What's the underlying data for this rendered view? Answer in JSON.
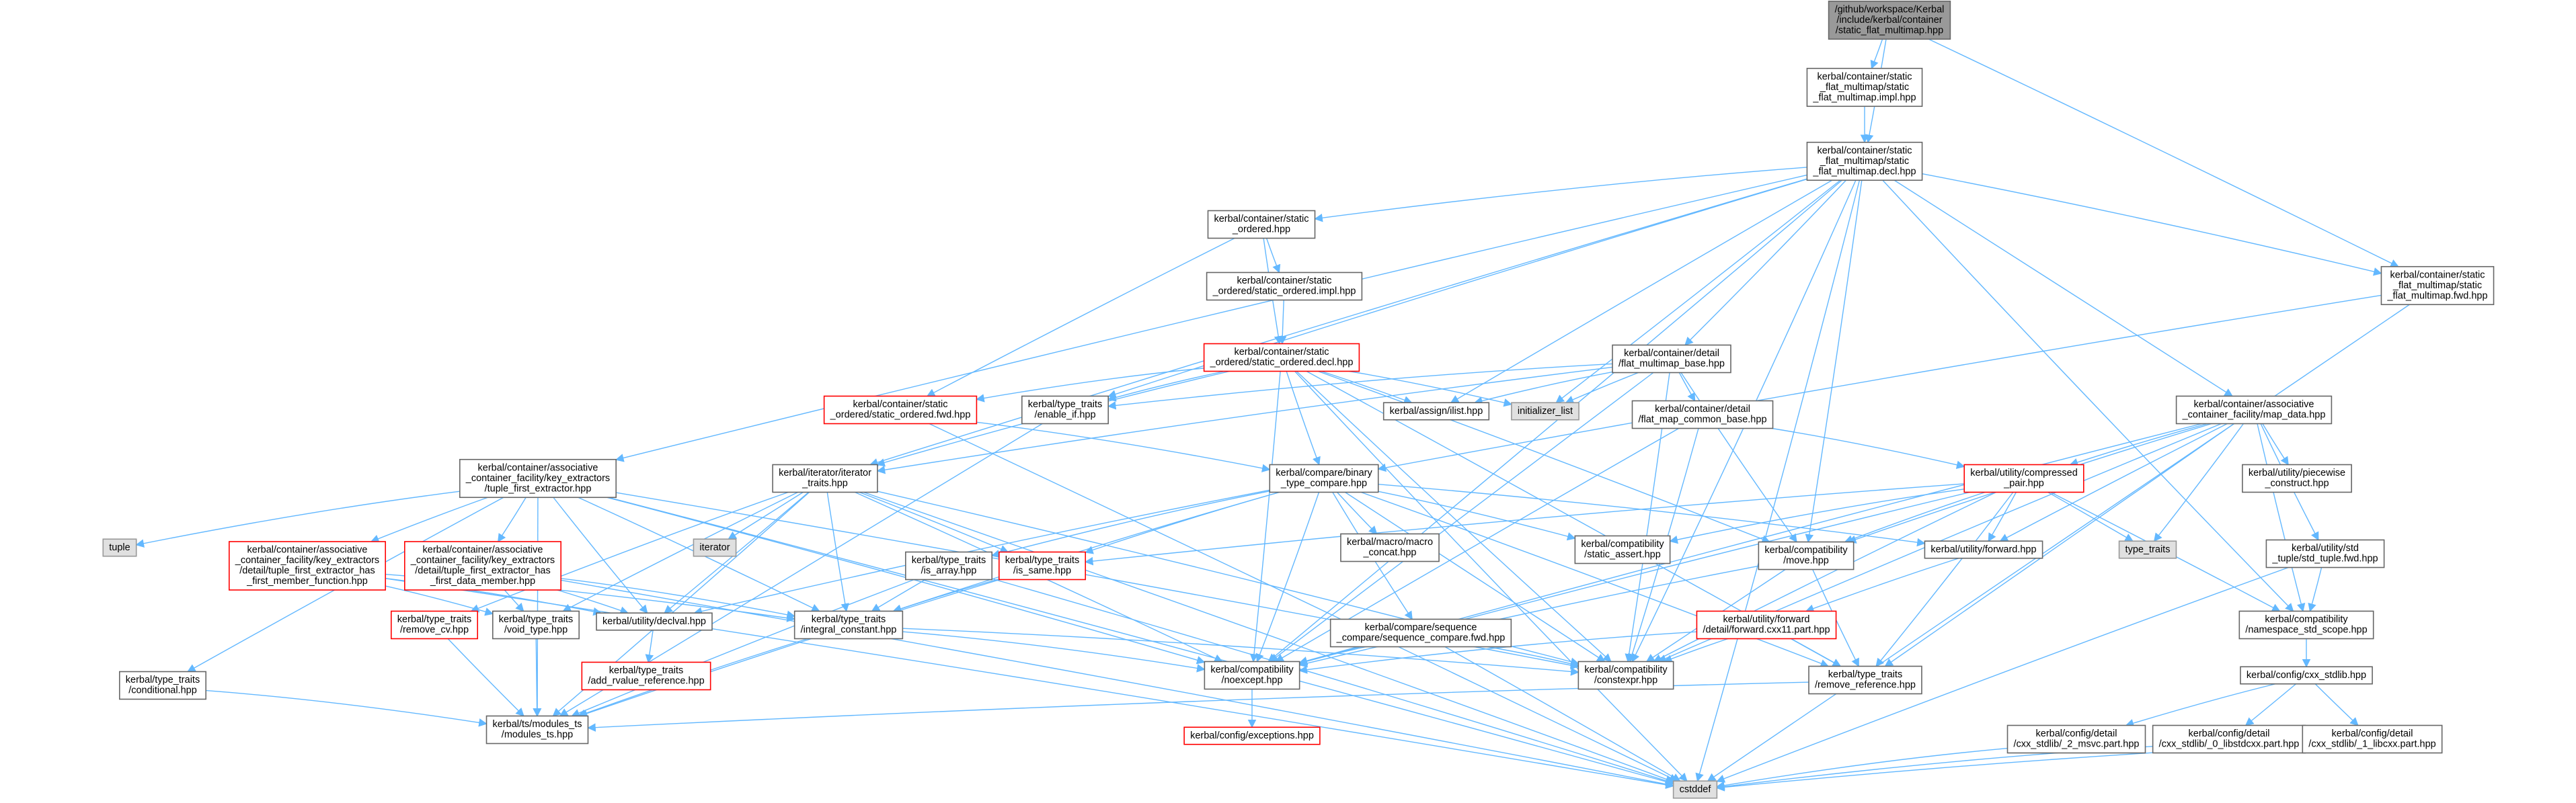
{
  "colors": {
    "edge": "#63b8ff",
    "root_fill": "#999999",
    "root_stroke": "#666666",
    "normal_fill": "#ffffff",
    "normal_stroke": "#666666",
    "missing_fill": "#ffffff",
    "missing_stroke": "#ff0000",
    "external_fill": "#e0e0e0",
    "external_stroke": "#999999",
    "text": "#000000"
  },
  "nodes": [
    {
      "id": "root",
      "kind": "root",
      "lines": [
        "/github/workspace/Kerbal",
        "/include/kerbal/container",
        "/static_flat_multimap.hpp"
      ]
    },
    {
      "id": "impl",
      "kind": "normal",
      "lines": [
        "kerbal/container/static",
        "_flat_multimap/static",
        "_flat_multimap.impl.hpp"
      ]
    },
    {
      "id": "decl",
      "kind": "normal",
      "lines": [
        "kerbal/container/static",
        "_flat_multimap/static",
        "_flat_multimap.decl.hpp"
      ]
    },
    {
      "id": "fwd",
      "kind": "normal",
      "lines": [
        "kerbal/container/static",
        "_flat_multimap/static",
        "_flat_multimap.fwd.hpp"
      ]
    },
    {
      "id": "so",
      "kind": "normal",
      "lines": [
        "kerbal/container/static",
        "_ordered.hpp"
      ]
    },
    {
      "id": "soimpl",
      "kind": "normal",
      "lines": [
        "kerbal/container/static",
        "_ordered/static_ordered.impl.hpp"
      ]
    },
    {
      "id": "sodecl",
      "kind": "missing",
      "lines": [
        "kerbal/container/static",
        "_ordered/static_ordered.decl.hpp"
      ]
    },
    {
      "id": "sofwd",
      "kind": "missing",
      "lines": [
        "kerbal/container/static",
        "_ordered/static_ordered.fwd.hpp"
      ]
    },
    {
      "id": "enableif",
      "kind": "normal",
      "lines": [
        "kerbal/type_traits",
        "/enable_if.hpp"
      ]
    },
    {
      "id": "assignlist",
      "kind": "normal",
      "lines": [
        "kerbal/assign/ilist.hpp"
      ]
    },
    {
      "id": "initlist",
      "kind": "external",
      "lines": [
        "initializer_list"
      ]
    },
    {
      "id": "fmb",
      "kind": "normal",
      "lines": [
        "kerbal/container/detail",
        "/flat_multimap_base.hpp"
      ]
    },
    {
      "id": "fmcb",
      "kind": "normal",
      "lines": [
        "kerbal/container/detail",
        "/flat_map_common_base.hpp"
      ]
    },
    {
      "id": "mapdata",
      "kind": "normal",
      "lines": [
        "kerbal/container/associative",
        "_container_facility/map_data.hpp"
      ]
    },
    {
      "id": "tfe",
      "kind": "normal",
      "lines": [
        "kerbal/container/associative",
        "_container_facility/key_extractors",
        "/tuple_first_extractor.hpp"
      ]
    },
    {
      "id": "itertraits",
      "kind": "normal",
      "lines": [
        "kerbal/iterator/iterator",
        "_traits.hpp"
      ]
    },
    {
      "id": "bintc",
      "kind": "normal",
      "lines": [
        "kerbal/compare/binary",
        "_type_compare.hpp"
      ]
    },
    {
      "id": "compressed",
      "kind": "missing",
      "lines": [
        "kerbal/utility/compressed",
        "_pair.hpp"
      ]
    },
    {
      "id": "piecewise",
      "kind": "normal",
      "lines": [
        "kerbal/utility/piecewise",
        "_construct.hpp"
      ]
    },
    {
      "id": "tuplefwd",
      "kind": "normal",
      "lines": [
        "kerbal/utility/std",
        "_tuple/std_tuple.fwd.hpp"
      ]
    },
    {
      "id": "tuple",
      "kind": "external",
      "lines": [
        "tuple"
      ]
    },
    {
      "id": "hmf",
      "kind": "missing",
      "lines": [
        "kerbal/container/associative",
        "_container_facility/key_extractors",
        "/detail/tuple_first_extractor_has",
        "_first_member_function.hpp"
      ]
    },
    {
      "id": "hdm",
      "kind": "missing",
      "lines": [
        "kerbal/container/associative",
        "_container_facility/key_extractors",
        "/detail/tuple_first_extractor_has",
        "_first_data_member.hpp"
      ]
    },
    {
      "id": "iterator",
      "kind": "external",
      "lines": [
        "iterator"
      ]
    },
    {
      "id": "isarray",
      "kind": "normal",
      "lines": [
        "kerbal/type_traits",
        "/is_array.hpp"
      ]
    },
    {
      "id": "issame",
      "kind": "missing",
      "lines": [
        "kerbal/type_traits",
        "/is_same.hpp"
      ]
    },
    {
      "id": "macroconcat",
      "kind": "normal",
      "lines": [
        "kerbal/macro/macro",
        "_concat.hpp"
      ]
    },
    {
      "id": "staticassert",
      "kind": "normal",
      "lines": [
        "kerbal/compatibility",
        "/static_assert.hpp"
      ]
    },
    {
      "id": "move",
      "kind": "normal",
      "lines": [
        "kerbal/compatibility",
        "/move.hpp"
      ]
    },
    {
      "id": "forward",
      "kind": "normal",
      "lines": [
        "kerbal/utility/forward.hpp"
      ]
    },
    {
      "id": "typetraits",
      "kind": "external",
      "lines": [
        "type_traits"
      ]
    },
    {
      "id": "removecv",
      "kind": "missing",
      "lines": [
        "kerbal/type_traits",
        "/remove_cv.hpp"
      ]
    },
    {
      "id": "voidtype",
      "kind": "normal",
      "lines": [
        "kerbal/type_traits",
        "/void_type.hpp"
      ]
    },
    {
      "id": "declval",
      "kind": "normal",
      "lines": [
        "kerbal/utility/declval.hpp"
      ]
    },
    {
      "id": "intconst",
      "kind": "normal",
      "lines": [
        "kerbal/type_traits",
        "/integral_constant.hpp"
      ]
    },
    {
      "id": "seqcmp",
      "kind": "normal",
      "lines": [
        "kerbal/compare/sequence",
        "_compare/sequence_compare.fwd.hpp"
      ]
    },
    {
      "id": "fwdcxx11",
      "kind": "missing",
      "lines": [
        "kerbal/utility/forward",
        "/detail/forward.cxx11.part.hpp"
      ]
    },
    {
      "id": "nsscope",
      "kind": "normal",
      "lines": [
        "kerbal/compatibility",
        "/namespace_std_scope.hpp"
      ]
    },
    {
      "id": "conditional",
      "kind": "normal",
      "lines": [
        "kerbal/type_traits",
        "/conditional.hpp"
      ]
    },
    {
      "id": "addrvref",
      "kind": "missing",
      "lines": [
        "kerbal/type_traits",
        "/add_rvalue_reference.hpp"
      ]
    },
    {
      "id": "noexcept",
      "kind": "normal",
      "lines": [
        "kerbal/compatibility",
        "/noexcept.hpp"
      ]
    },
    {
      "id": "constexpr",
      "kind": "normal",
      "lines": [
        "kerbal/compatibility",
        "/constexpr.hpp"
      ]
    },
    {
      "id": "removeref",
      "kind": "normal",
      "lines": [
        "kerbal/type_traits",
        "/remove_reference.hpp"
      ]
    },
    {
      "id": "cxxstdlib",
      "kind": "normal",
      "lines": [
        "kerbal/config/cxx_stdlib.hpp"
      ]
    },
    {
      "id": "modulests",
      "kind": "normal",
      "lines": [
        "kerbal/ts/modules_ts",
        "/modules_ts.hpp"
      ]
    },
    {
      "id": "exceptions",
      "kind": "missing",
      "lines": [
        "kerbal/config/exceptions.hpp"
      ]
    },
    {
      "id": "msvc",
      "kind": "normal",
      "lines": [
        "kerbal/config/detail",
        "/cxx_stdlib/_2_msvc.part.hpp"
      ]
    },
    {
      "id": "libstdcxx",
      "kind": "normal",
      "lines": [
        "kerbal/config/detail",
        "/cxx_stdlib/_0_libstdcxx.part.hpp"
      ]
    },
    {
      "id": "libcxx",
      "kind": "normal",
      "lines": [
        "kerbal/config/detail",
        "/cxx_stdlib/_1_libcxx.part.hpp"
      ]
    },
    {
      "id": "cstddef",
      "kind": "external",
      "lines": [
        "cstddef"
      ]
    }
  ],
  "edges": [
    [
      "root",
      "impl"
    ],
    [
      "root",
      "decl"
    ],
    [
      "root",
      "fwd"
    ],
    [
      "impl",
      "decl"
    ],
    [
      "decl",
      "so"
    ],
    [
      "decl",
      "fwd"
    ],
    [
      "decl",
      "enableif"
    ],
    [
      "decl",
      "assignlist"
    ],
    [
      "decl",
      "initlist"
    ],
    [
      "decl",
      "fmb"
    ],
    [
      "decl",
      "mapdata"
    ],
    [
      "decl",
      "tfe"
    ],
    [
      "decl",
      "itertraits"
    ],
    [
      "decl",
      "move"
    ],
    [
      "decl",
      "constexpr"
    ],
    [
      "decl",
      "noexcept"
    ],
    [
      "decl",
      "nsscope"
    ],
    [
      "decl",
      "cstddef"
    ],
    [
      "fwd",
      "bintc"
    ],
    [
      "fwd",
      "cstddef"
    ],
    [
      "so",
      "soimpl"
    ],
    [
      "so",
      "sodecl"
    ],
    [
      "so",
      "sofwd"
    ],
    [
      "soimpl",
      "sodecl"
    ],
    [
      "sodecl",
      "sofwd"
    ],
    [
      "sodecl",
      "enableif"
    ],
    [
      "sodecl",
      "assignlist"
    ],
    [
      "sodecl",
      "initlist"
    ],
    [
      "sodecl",
      "itertraits"
    ],
    [
      "sodecl",
      "bintc"
    ],
    [
      "sodecl",
      "move"
    ],
    [
      "sodecl",
      "constexpr"
    ],
    [
      "sodecl",
      "noexcept"
    ],
    [
      "sodecl",
      "removeref"
    ],
    [
      "sodecl",
      "cstddef"
    ],
    [
      "sofwd",
      "bintc"
    ],
    [
      "sofwd",
      "cstddef"
    ],
    [
      "enableif",
      "modulests"
    ],
    [
      "fmb",
      "fmcb"
    ],
    [
      "fmb",
      "enableif"
    ],
    [
      "fmb",
      "assignlist"
    ],
    [
      "fmb",
      "initlist"
    ],
    [
      "fmb",
      "itertraits"
    ],
    [
      "fmb",
      "move"
    ],
    [
      "fmb",
      "constexpr"
    ],
    [
      "fmb",
      "noexcept"
    ],
    [
      "fmcb",
      "compressed"
    ],
    [
      "fmcb",
      "constexpr"
    ],
    [
      "fmcb",
      "noexcept"
    ],
    [
      "mapdata",
      "compressed"
    ],
    [
      "mapdata",
      "piecewise"
    ],
    [
      "mapdata",
      "tuplefwd"
    ],
    [
      "mapdata",
      "typetraits"
    ],
    [
      "mapdata",
      "forward"
    ],
    [
      "mapdata",
      "move"
    ],
    [
      "mapdata",
      "constexpr"
    ],
    [
      "mapdata",
      "nsscope"
    ],
    [
      "mapdata",
      "removeref"
    ],
    [
      "mapdata",
      "noexcept"
    ],
    [
      "compressed",
      "issame"
    ],
    [
      "compressed",
      "staticassert"
    ],
    [
      "compressed",
      "move"
    ],
    [
      "compressed",
      "forward"
    ],
    [
      "compressed",
      "typetraits"
    ],
    [
      "compressed",
      "nsscope"
    ],
    [
      "compressed",
      "constexpr"
    ],
    [
      "compressed",
      "noexcept"
    ],
    [
      "compressed",
      "removeref"
    ],
    [
      "tuplefwd",
      "nsscope"
    ],
    [
      "tuplefwd",
      "cstddef"
    ],
    [
      "tfe",
      "tuple"
    ],
    [
      "tfe",
      "hmf"
    ],
    [
      "tfe",
      "hdm"
    ],
    [
      "tfe",
      "conditional"
    ],
    [
      "tfe",
      "intconst"
    ],
    [
      "tfe",
      "declval"
    ],
    [
      "tfe",
      "constexpr"
    ],
    [
      "tfe",
      "noexcept"
    ],
    [
      "tfe",
      "modulests"
    ],
    [
      "tfe",
      "cstddef"
    ],
    [
      "hmf",
      "intconst"
    ],
    [
      "hmf",
      "declval"
    ],
    [
      "hmf",
      "voidtype"
    ],
    [
      "hmf",
      "cstddef"
    ],
    [
      "hdm",
      "intconst"
    ],
    [
      "hdm",
      "declval"
    ],
    [
      "hdm",
      "voidtype"
    ],
    [
      "hdm",
      "cstddef"
    ],
    [
      "itertraits",
      "iterator"
    ],
    [
      "itertraits",
      "issame"
    ],
    [
      "itertraits",
      "removecv"
    ],
    [
      "itertraits",
      "voidtype"
    ],
    [
      "itertraits",
      "declval"
    ],
    [
      "itertraits",
      "intconst"
    ],
    [
      "itertraits",
      "constexpr"
    ],
    [
      "itertraits",
      "noexcept"
    ],
    [
      "itertraits",
      "modulests"
    ],
    [
      "itertraits",
      "cstddef"
    ],
    [
      "bintc",
      "isarray"
    ],
    [
      "bintc",
      "issame"
    ],
    [
      "bintc",
      "macroconcat"
    ],
    [
      "bintc",
      "staticassert"
    ],
    [
      "bintc",
      "forward"
    ],
    [
      "bintc",
      "declval"
    ],
    [
      "bintc",
      "intconst"
    ],
    [
      "bintc",
      "seqcmp"
    ],
    [
      "bintc",
      "constexpr"
    ],
    [
      "bintc",
      "noexcept"
    ],
    [
      "bintc",
      "removeref"
    ],
    [
      "isarray",
      "intconst"
    ],
    [
      "isarray",
      "modulests"
    ],
    [
      "isarray",
      "cstddef"
    ],
    [
      "issame",
      "intconst"
    ],
    [
      "issame",
      "modulests"
    ],
    [
      "move",
      "removeref"
    ],
    [
      "move",
      "constexpr"
    ],
    [
      "move",
      "noexcept"
    ],
    [
      "forward",
      "fwdcxx11"
    ],
    [
      "fwdcxx11",
      "removeref"
    ],
    [
      "fwdcxx11",
      "constexpr"
    ],
    [
      "fwdcxx11",
      "noexcept"
    ],
    [
      "removecv",
      "modulests"
    ],
    [
      "voidtype",
      "modulests"
    ],
    [
      "declval",
      "addrvref"
    ],
    [
      "intconst",
      "constexpr"
    ],
    [
      "intconst",
      "noexcept"
    ],
    [
      "intconst",
      "modulests"
    ],
    [
      "seqcmp",
      "constexpr"
    ],
    [
      "seqcmp",
      "noexcept"
    ],
    [
      "seqcmp",
      "cstddef"
    ],
    [
      "nsscope",
      "cxxstdlib"
    ],
    [
      "conditional",
      "modulests"
    ],
    [
      "noexcept",
      "exceptions"
    ],
    [
      "removeref",
      "modulests"
    ],
    [
      "cxxstdlib",
      "msvc"
    ],
    [
      "cxxstdlib",
      "libstdcxx"
    ],
    [
      "cxxstdlib",
      "libcxx"
    ],
    [
      "msvc",
      "cstddef"
    ],
    [
      "libstdcxx",
      "cstddef"
    ],
    [
      "libcxx",
      "cstddef"
    ]
  ]
}
